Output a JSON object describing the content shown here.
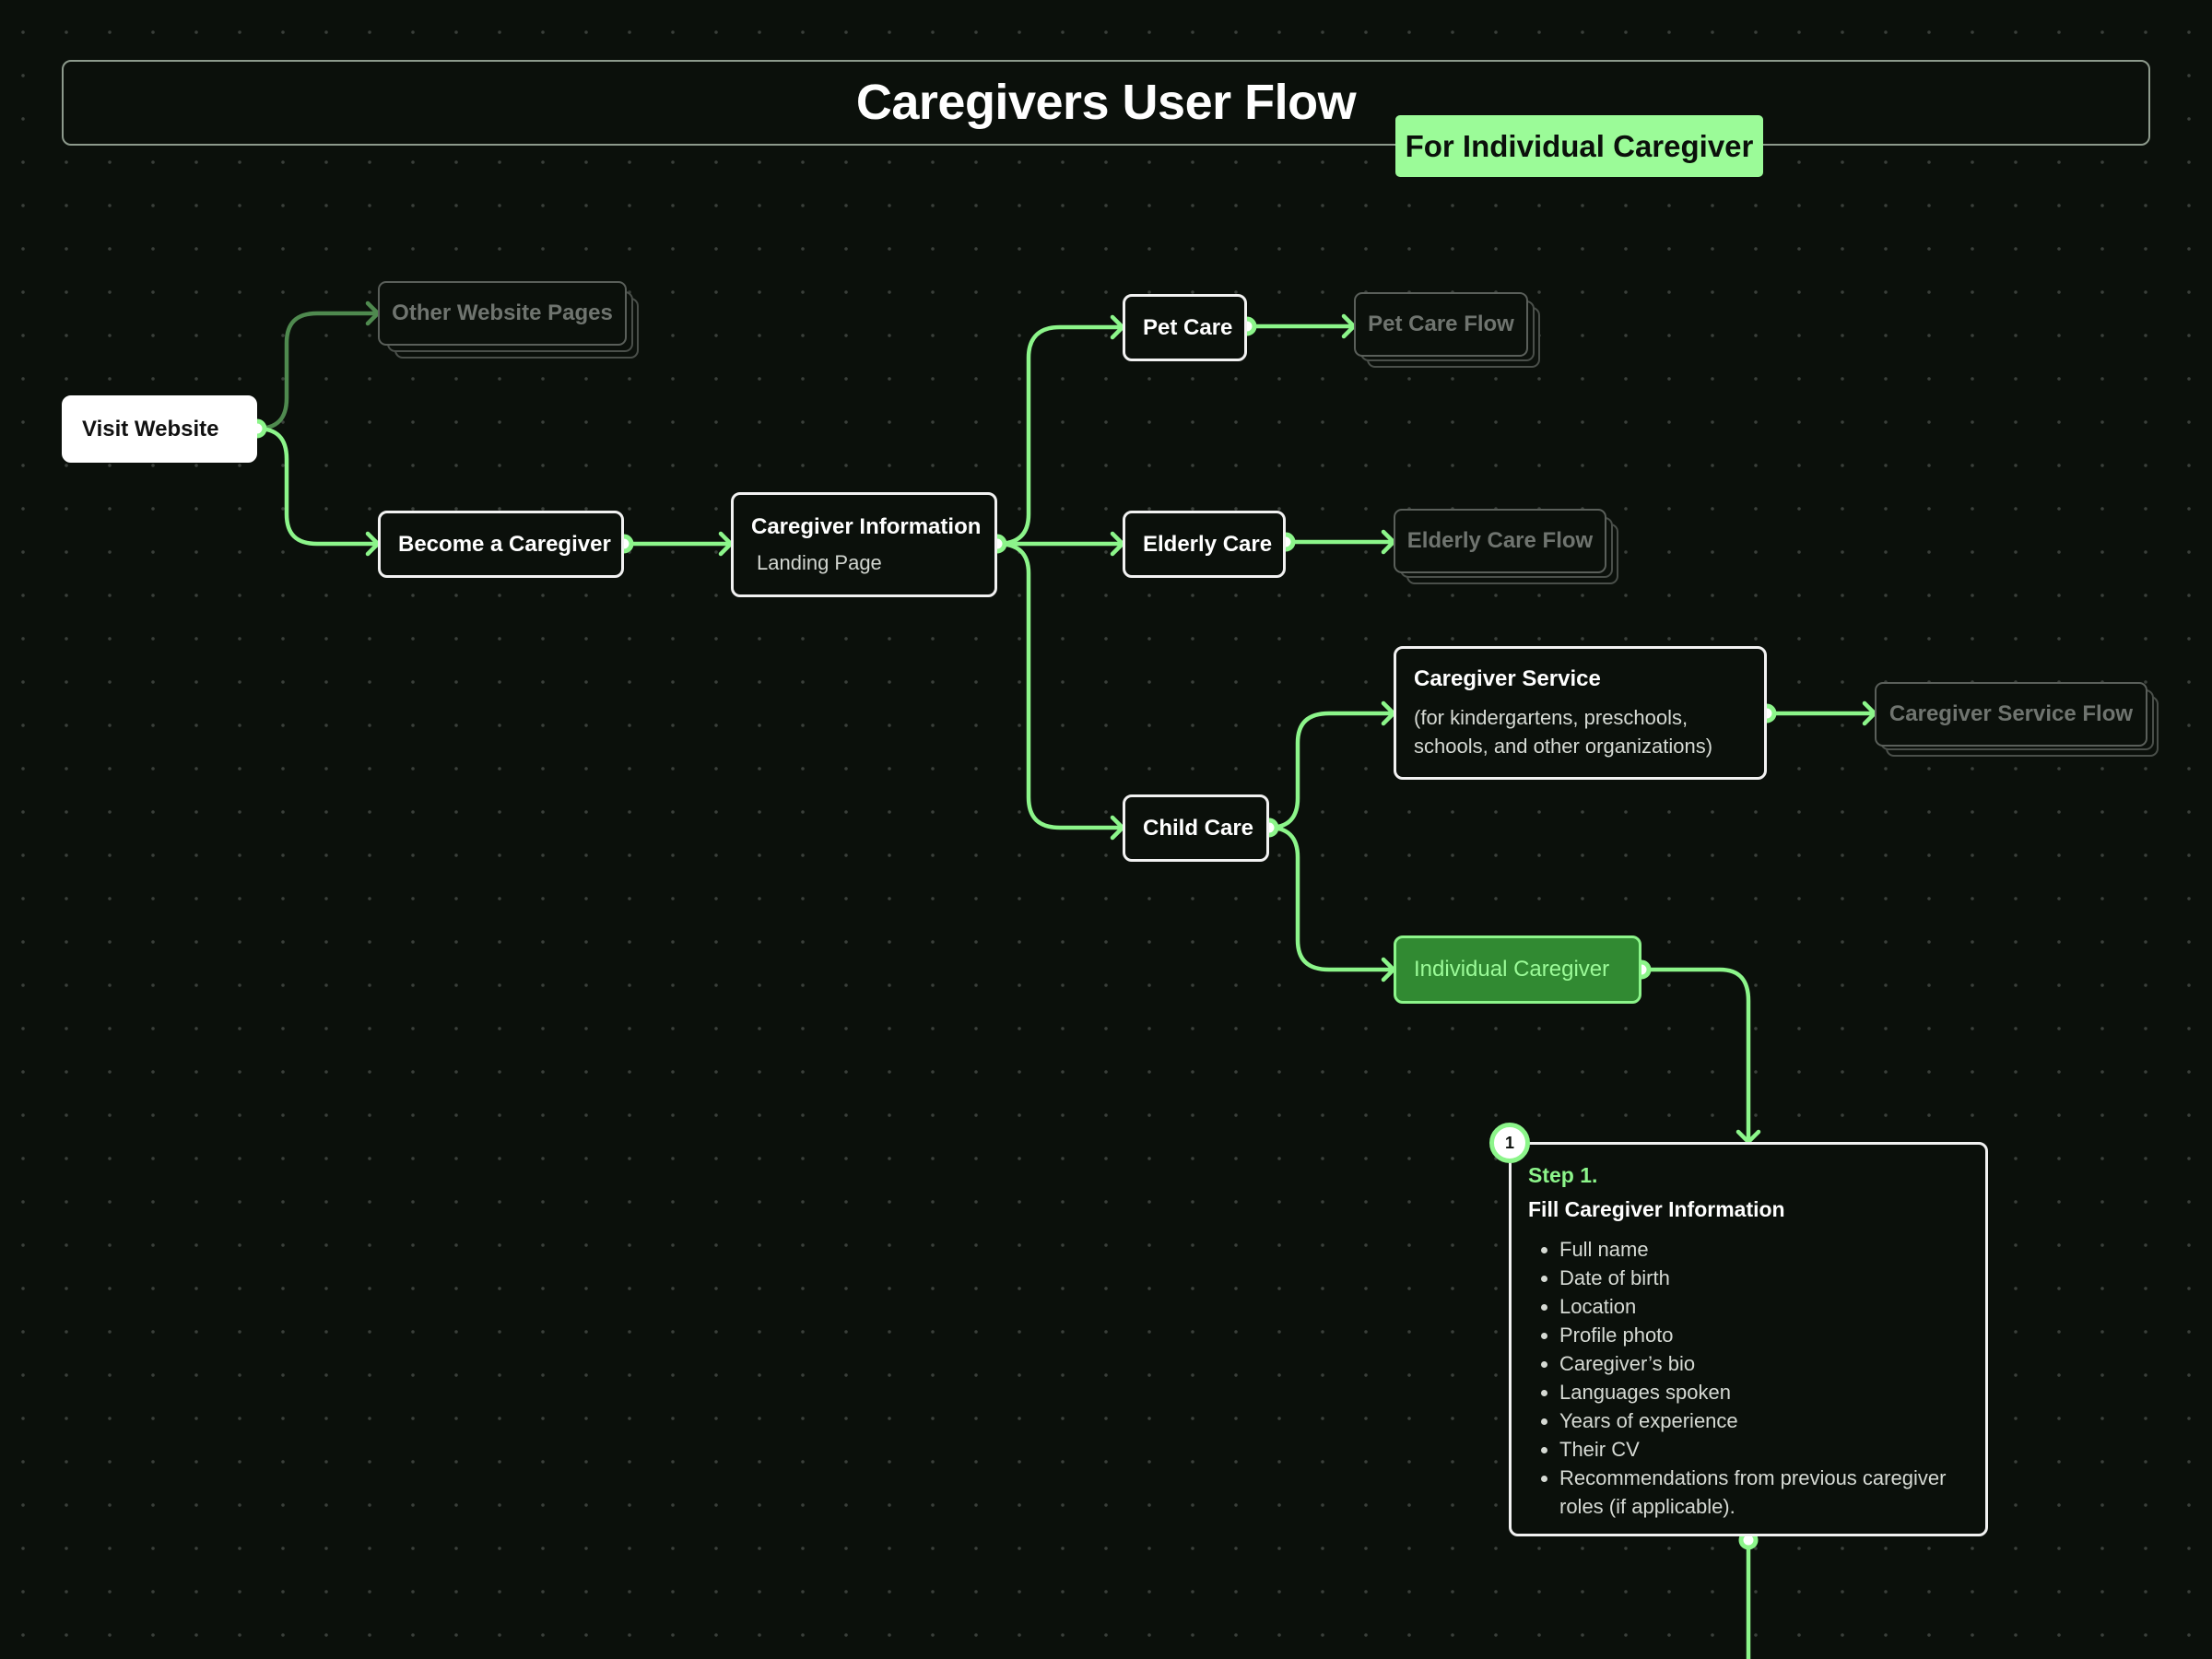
{
  "header": {
    "title": "Caregivers User Flow",
    "badge": "For Individual Caregiver"
  },
  "colors": {
    "background": "#0b100b",
    "accent": "#9bfb98",
    "edge": "#8cf58a",
    "edge_dim": "#4f8a4f",
    "active_node_fill": "#318a32",
    "ghost_text": "#6f746f"
  },
  "nodes": {
    "visit_website": "Visit Website",
    "other_pages": "Other Website Pages",
    "become_caregiver": "Become a Caregiver",
    "caregiver_info": {
      "title": "Caregiver Information",
      "subtitle": "Landing Page"
    },
    "pet_care": "Pet Care",
    "pet_care_flow": "Pet Care Flow",
    "elderly_care": "Elderly Care",
    "elderly_care_flow": "Elderly Care Flow",
    "child_care": "Child Care",
    "caregiver_service": {
      "title": "Caregiver Service",
      "description": "(for kindergartens, preschools, schools, and other organizations)"
    },
    "caregiver_service_flow": "Caregiver Service Flow",
    "individual_caregiver": "Individual Caregiver"
  },
  "step1": {
    "number": "1",
    "label": "Step 1.",
    "title": "Fill Caregiver Information",
    "items": [
      "Full name",
      "Date of birth",
      "Location",
      "Profile photo",
      "Caregiver’s bio",
      "Languages spoken",
      "Years of experience",
      "Their CV",
      "Recommendations from previous caregiver roles (if applicable)."
    ]
  }
}
